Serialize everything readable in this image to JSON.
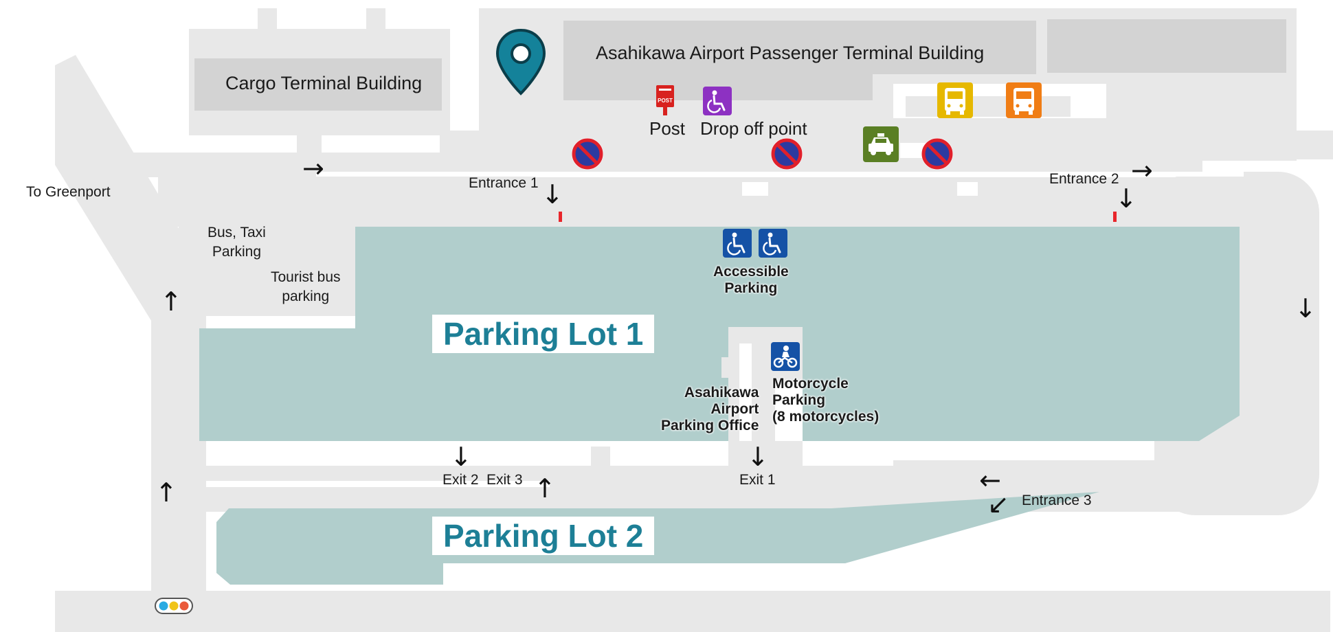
{
  "buildings": {
    "passenger_terminal": "Asahikawa Airport Passenger Terminal Building",
    "cargo_terminal": "Cargo Terminal Building"
  },
  "lots": {
    "lot1": "Parking Lot 1",
    "lot2": "Parking Lot 2"
  },
  "labels": {
    "to_greenport": "To Greenport",
    "bus_taxi_parking": "Bus, Taxi\nParking",
    "tourist_bus_parking": "Tourist bus\nparking",
    "entrance_1": "Entrance 1",
    "entrance_2": "Entrance 2",
    "entrance_3": "Entrance 3",
    "exit_1": "Exit 1",
    "exit_2": "Exit 2",
    "exit_3": "Exit 3",
    "post": "Post",
    "drop_off_point": "Drop off point",
    "accessible_parking": "Accessible\nParking",
    "parking_office": "Asahikawa\nAirport\nParking Office",
    "motorcycle_parking": "Motorcycle\nParking\n(8 motorcycles)"
  },
  "icons": {
    "location_pin": "location-pin-icon",
    "post_box": "post-box-icon",
    "drop_off": "wheelchair-icon",
    "no_parking": "no-parking-icon",
    "taxi": "taxi-icon",
    "bus": "bus-icon",
    "accessible": "wheelchair-icon",
    "motorcycle": "motorcycle-icon",
    "traffic_light": "traffic-light-icon",
    "post_box_text": "POST"
  },
  "colors": {
    "road": "#e8e8e8",
    "building": "#d3d3d3",
    "parking_lot": "#b1cecc",
    "lot_title": "#1d7f96",
    "pin": "#14829a",
    "no_parking_red": "#e0202b",
    "no_parking_blue": "#2c3aa0",
    "wheelchair_purple": "#8d31c2",
    "taxi_green": "#5a7f24",
    "bus_yellow": "#e6b800",
    "bus_orange": "#f07d15",
    "accessible_blue": "#1552a6",
    "post_red": "#d8221f",
    "gate_red": "#e8262b"
  }
}
